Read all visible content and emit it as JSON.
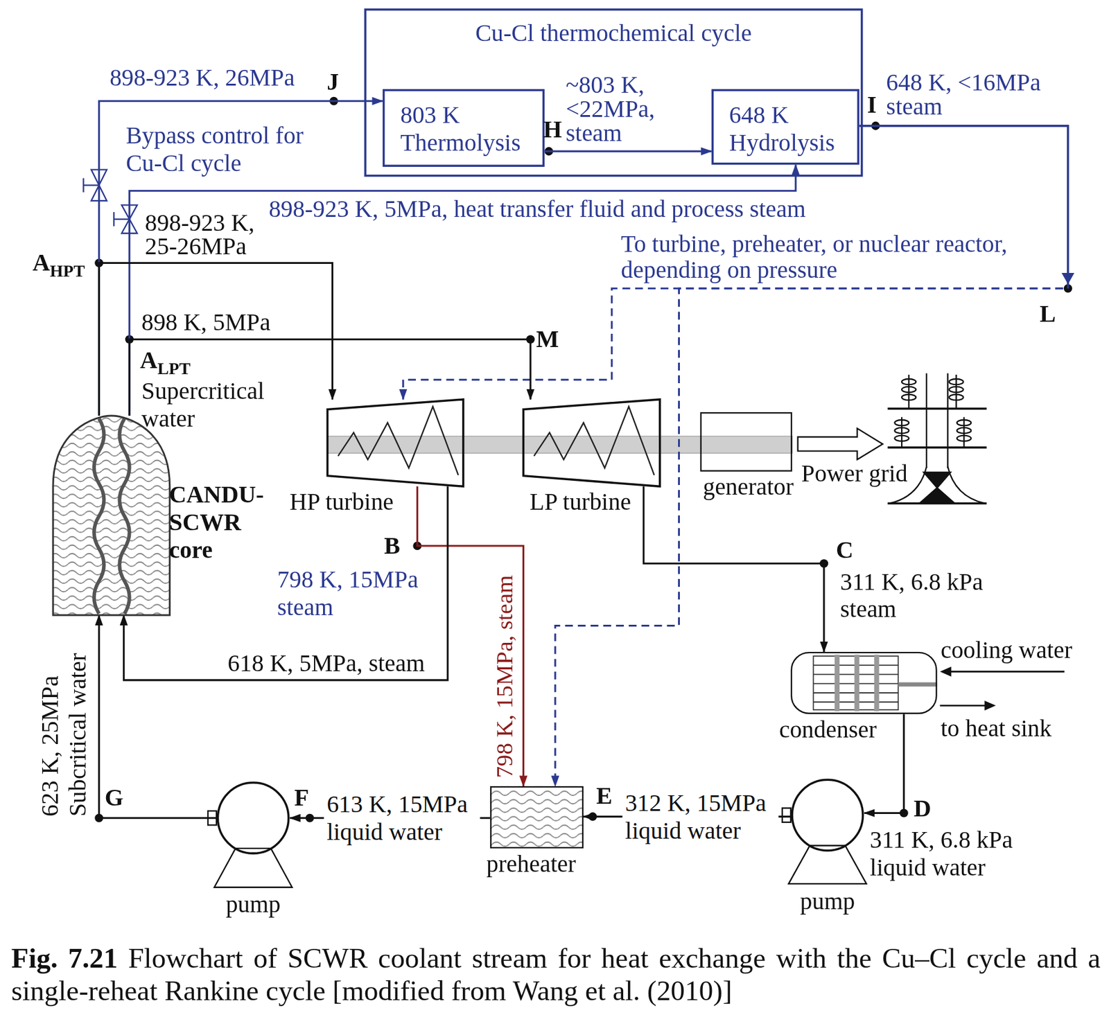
{
  "diagram": {
    "caption": "Fig. 7.21 Flowchart of SCWR coolant stream for heat exchange with the Cu–Cl cycle and a single-reheat Rankine cycle [modified from Wang et al. (2010)]",
    "nodes": [
      {
        "text": [
          "Cu-Cl thermochemical cycle"
        ]
      },
      {
        "text": [
          "803 K Thermolysis"
        ],
        "in": 0
      },
      {
        "text": [
          "648 K Hydrolysis"
        ],
        "in": 0
      },
      {
        "text": [
          "CANDU-SCWR core"
        ]
      },
      {
        "text": [
          "HP turbine"
        ]
      },
      {
        "text": [
          "LP turbine"
        ]
      },
      {
        "text": [
          "generator"
        ]
      },
      {
        "text": [
          "condenser"
        ]
      },
      {
        "text": [
          "preheater"
        ]
      },
      {
        "text": [
          "pump"
        ]
      },
      {
        "text": [
          "pump"
        ]
      }
    ],
    "edges": [
      {
        "from": 3,
        "to": 4,
        "arrow": "to",
        "label": "898-923 K, 25-26MPa"
      },
      {
        "from": 3,
        "to": 1,
        "arrow": "to",
        "label": "898-923 K, 26MPa"
      },
      {
        "from": 3,
        "to": 2,
        "arrow": "to",
        "label": "898-923 K, 5MPa, heat transfer fluid and process steam"
      },
      {
        "from": 3,
        "to": 5,
        "arrow": "to",
        "label": "898 K, 5MPa"
      },
      {
        "from": 1,
        "to": 2,
        "arrow": "to",
        "label": "~803 K, <22MPa, steam"
      },
      {
        "from": 2,
        "to": 4,
        "arrow": "to",
        "label": "648 K, <16MPa steam"
      },
      {
        "from": 2,
        "to": 8,
        "arrow": "to"
      },
      {
        "from": 4,
        "to": 8,
        "arrow": "to",
        "label": "798 K, 15MPa, steam"
      },
      {
        "from": 4,
        "to": 3,
        "arrow": "to",
        "label": "618 K, 5MPa, steam"
      },
      {
        "from": 5,
        "to": 7,
        "arrow": "to",
        "label": "311 K, 6.8 kPa steam"
      },
      {
        "from": 7,
        "to": 9,
        "arrow": "to",
        "label": "311 K, 6.8 kPa liquid water"
      },
      {
        "from": 9,
        "to": 8,
        "arrow": "to",
        "label": "312 K, 15MPa liquid water"
      },
      {
        "from": 8,
        "to": 10,
        "arrow": "to",
        "label": "613 K, 15MPa liquid water"
      },
      {
        "from": 10,
        "to": 3,
        "arrow": "to",
        "label": "623 K, 25MPa Subcritical water"
      }
    ],
    "labels": [
      "J",
      "H",
      "I",
      "L",
      "M",
      "AHPT",
      "ALPT",
      "Bypass control for Cu-Cl cycle",
      "Supercritical water",
      "To turbine, preheater, or nuclear reactor, depending on pressure",
      "B",
      "798 K, 15MPa steam",
      "C",
      "cooling water",
      "to heat sink",
      "D",
      "E",
      "F",
      "G",
      "Power grid"
    ]
  }
}
